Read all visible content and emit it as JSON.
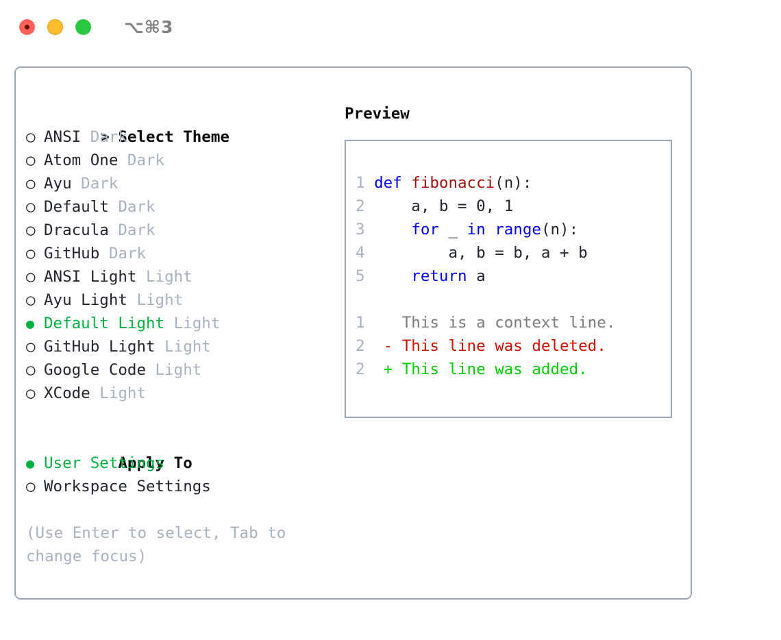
{
  "window": {
    "traffic_lights": [
      {
        "name": "close",
        "color": "#ff6058"
      },
      {
        "name": "minimize",
        "color": "#ffbd2e"
      },
      {
        "name": "zoom",
        "color": "#28c940"
      }
    ],
    "shortcut": "⌥⌘3"
  },
  "colors": {
    "accent_green": "#00b140",
    "muted_grey": "#a9b1bf",
    "border": "#9aa5b8",
    "keyword_blue": "#0000ee",
    "function_red": "#a11212",
    "diff_deleted": "#cc1100",
    "diff_added": "#00cc00",
    "context_grey": "#7c7c7c",
    "text": "#22262e"
  },
  "theme_section": {
    "heading_prefix": "> ",
    "heading": "Select Theme",
    "marker_unselected": "○",
    "marker_selected": "●",
    "items": [
      {
        "name": "ANSI",
        "tag": "Dark",
        "selected": false
      },
      {
        "name": "Atom One",
        "tag": "Dark",
        "selected": false
      },
      {
        "name": "Ayu",
        "tag": "Dark",
        "selected": false
      },
      {
        "name": "Default",
        "tag": "Dark",
        "selected": false
      },
      {
        "name": "Dracula",
        "tag": "Dark",
        "selected": false
      },
      {
        "name": "GitHub",
        "tag": "Dark",
        "selected": false
      },
      {
        "name": "ANSI Light",
        "tag": "Light",
        "selected": false
      },
      {
        "name": "Ayu Light",
        "tag": "Light",
        "selected": false
      },
      {
        "name": "Default Light",
        "tag": "Light",
        "selected": true
      },
      {
        "name": "GitHub Light",
        "tag": "Light",
        "selected": false
      },
      {
        "name": "Google Code",
        "tag": "Light",
        "selected": false
      },
      {
        "name": "XCode",
        "tag": "Light",
        "selected": false
      }
    ]
  },
  "apply_section": {
    "heading": "Apply To",
    "items": [
      {
        "name": "User Settings",
        "selected": true
      },
      {
        "name": "Workspace Settings",
        "selected": false
      }
    ]
  },
  "hint": "(Use Enter to select, Tab to change focus)",
  "preview": {
    "heading": "Preview",
    "code_lines": [
      {
        "num": "1",
        "tokens": [
          {
            "t": "def ",
            "c": "kw"
          },
          {
            "t": "fibonacci",
            "c": "fn"
          },
          {
            "t": "(n):",
            "c": ""
          }
        ]
      },
      {
        "num": "2",
        "tokens": [
          {
            "t": "    a, b = 0, 1",
            "c": ""
          }
        ]
      },
      {
        "num": "3",
        "tokens": [
          {
            "t": "    ",
            "c": ""
          },
          {
            "t": "for",
            "c": "kw"
          },
          {
            "t": " _ ",
            "c": ""
          },
          {
            "t": "in",
            "c": "kw"
          },
          {
            "t": " ",
            "c": ""
          },
          {
            "t": "range",
            "c": "kw"
          },
          {
            "t": "(n):",
            "c": ""
          }
        ]
      },
      {
        "num": "4",
        "tokens": [
          {
            "t": "        a, b = b, a + b",
            "c": ""
          }
        ]
      },
      {
        "num": "5",
        "tokens": [
          {
            "t": "    ",
            "c": ""
          },
          {
            "t": "return",
            "c": "kw"
          },
          {
            "t": " a",
            "c": ""
          }
        ]
      }
    ],
    "diff_lines": [
      {
        "num": "1",
        "prefix": " ",
        "text": "This is a context line.",
        "kind": "ctx"
      },
      {
        "num": "2",
        "prefix": "-",
        "text": "This line was deleted.",
        "kind": "del"
      },
      {
        "num": "2",
        "prefix": "+",
        "text": "This line was added.",
        "kind": "add"
      }
    ]
  }
}
